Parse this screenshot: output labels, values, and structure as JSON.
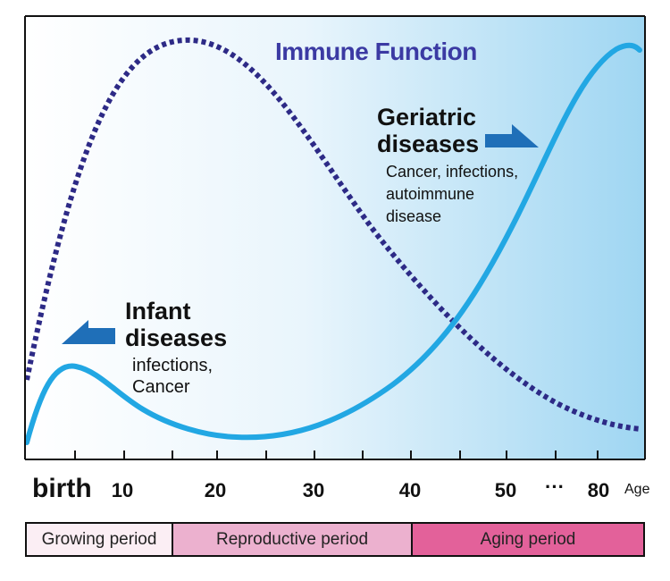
{
  "title": "Immune Function",
  "geriatric": {
    "heading_line1": "Geriatric",
    "heading_line2": "diseases",
    "sub_line1": "Cancer, infections,",
    "sub_line2": "autoimmune",
    "sub_line3": "disease"
  },
  "infant": {
    "heading_line1": "Infant",
    "heading_line2": "diseases",
    "sub_line1": "infections,",
    "sub_line2": "Cancer"
  },
  "axis": {
    "birth_label": "birth",
    "ticks": [
      "10",
      "20",
      "30",
      "40",
      "50",
      "80"
    ],
    "ellipsis": "···",
    "unit_label": "Age"
  },
  "periods": [
    {
      "label": "Growing period",
      "color": "#fbeef4"
    },
    {
      "label": "Reproductive period",
      "color": "#ecb1cf"
    },
    {
      "label": "Aging period",
      "color": "#e3619a"
    }
  ],
  "colors": {
    "immune_curve": "#2d2a86",
    "disease_curve": "#22a7e3",
    "arrow": "#1f6fb8",
    "background_light": "#ffffff",
    "background_dark": "#9fd6f2"
  },
  "icons": {
    "geriatric_arrow": "arrow-right-icon",
    "infant_arrow": "arrow-left-icon"
  }
}
